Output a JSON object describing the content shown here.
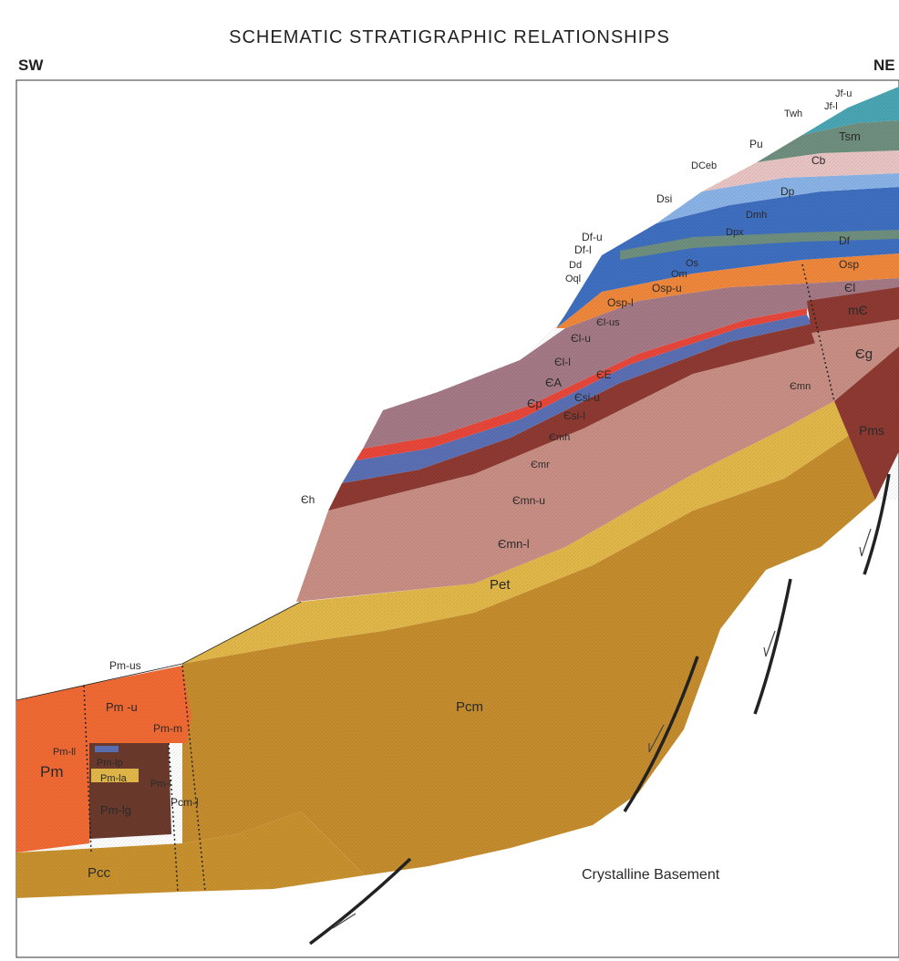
{
  "title": "SCHEMATIC STRATIGRAPHIC RELATIONSHIPS",
  "direction_left": "SW",
  "direction_right": "NE",
  "basement_label": "Crystalline Basement",
  "colors": {
    "pcc": "#c9922e",
    "pcm": "#c68d2e",
    "pet": "#e3b84a",
    "pm": "#f26a33",
    "pm_lower": "#6b3a2c",
    "cambrian_pink": "#c98f85",
    "cambrian_dark": "#8e3a32",
    "blue_band": "#5b6fb4",
    "red_band": "#e8473a",
    "orange_band": "#f0883c",
    "mauve": "#a57a86",
    "devonian_blue": "#3f6fc0",
    "light_blue": "#8ab4e8",
    "pink_light": "#e9c5c4",
    "green_grey": "#6f8f7f",
    "teal": "#4aa6b4"
  },
  "units": [
    {
      "id": "pcc",
      "label": "Pcc"
    },
    {
      "id": "pcm",
      "label": "Pcm"
    },
    {
      "id": "pcm_l",
      "label": "Pcm-l"
    },
    {
      "id": "pet",
      "label": "Pet"
    },
    {
      "id": "pm",
      "label": "Pm"
    },
    {
      "id": "pm_u",
      "label": "Pm -u"
    },
    {
      "id": "pm_us",
      "label": "Pm-us"
    },
    {
      "id": "pm_m",
      "label": "Pm-m"
    },
    {
      "id": "pm_ll",
      "label": "Pm-ll"
    },
    {
      "id": "pm_lp",
      "label": "Pm-lp"
    },
    {
      "id": "pm_la",
      "label": "Pm-la"
    },
    {
      "id": "pm_l",
      "label": "Pm-l"
    },
    {
      "id": "pm_lg",
      "label": "Pm-lg"
    },
    {
      "id": "pms",
      "label": "Pms"
    },
    {
      "id": "cmn_l",
      "label": "Єmn-l"
    },
    {
      "id": "cmn_u",
      "label": "Єmn-u"
    },
    {
      "id": "cmn",
      "label": "Єmn"
    },
    {
      "id": "ch",
      "label": "Єh"
    },
    {
      "id": "cmr",
      "label": "Єmr"
    },
    {
      "id": "cmh",
      "label": "Єmh"
    },
    {
      "id": "csi_l",
      "label": "Єsi-l"
    },
    {
      "id": "csi_u",
      "label": "Єsi-u"
    },
    {
      "id": "cp",
      "label": "Єp"
    },
    {
      "id": "ca",
      "label": "ЄA"
    },
    {
      "id": "ce",
      "label": "ЄE"
    },
    {
      "id": "cl_l",
      "label": "Єl-l"
    },
    {
      "id": "cl_u",
      "label": "Єl-u"
    },
    {
      "id": "cl_us",
      "label": "Єl-us"
    },
    {
      "id": "cl",
      "label": "Єl"
    },
    {
      "id": "cg",
      "label": "Єg"
    },
    {
      "id": "mc",
      "label": "mЄ"
    },
    {
      "id": "osp_l",
      "label": "Osp-l"
    },
    {
      "id": "osp_u",
      "label": "Osp-u"
    },
    {
      "id": "osp",
      "label": "Osp"
    },
    {
      "id": "om",
      "label": "Om"
    },
    {
      "id": "os",
      "label": "Os"
    },
    {
      "id": "oql",
      "label": "Oql"
    },
    {
      "id": "dd",
      "label": "Dd"
    },
    {
      "id": "df_l",
      "label": "Df-l"
    },
    {
      "id": "df_u",
      "label": "Df-u"
    },
    {
      "id": "df",
      "label": "Df"
    },
    {
      "id": "dpx",
      "label": "Dpx"
    },
    {
      "id": "dmh",
      "label": "Dmh"
    },
    {
      "id": "dp",
      "label": "Dp"
    },
    {
      "id": "dsi",
      "label": "Dsi"
    },
    {
      "id": "dceb",
      "label": "DCeb"
    },
    {
      "id": "cb",
      "label": "Cb"
    },
    {
      "id": "pu",
      "label": "Pu"
    },
    {
      "id": "tsm",
      "label": "Tsm"
    },
    {
      "id": "twh",
      "label": "Twh"
    },
    {
      "id": "jf_l",
      "label": "Jf-l"
    },
    {
      "id": "jf_u",
      "label": "Jf-u"
    }
  ]
}
